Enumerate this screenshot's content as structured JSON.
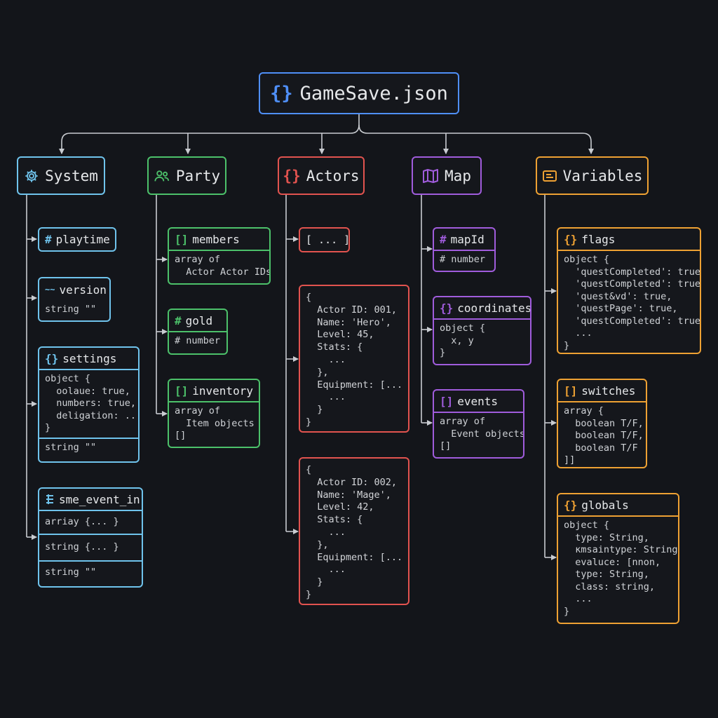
{
  "root": {
    "title": "GameSave.json",
    "icon": "braces-icon",
    "color": "#4f8ff7"
  },
  "colors": {
    "system": "#6fc3ec",
    "party": "#4cc16a",
    "actors": "#e2534f",
    "map": "#a05cdc",
    "variables": "#eea133",
    "connector": "#c9ccd1"
  },
  "categories": {
    "system": {
      "label": "System",
      "icon": "gear-icon"
    },
    "party": {
      "label": "Party",
      "icon": "users-icon"
    },
    "actors": {
      "label": "Actors",
      "icon": "braces-icon"
    },
    "map": {
      "label": "Map",
      "icon": "map-icon"
    },
    "variables": {
      "label": "Variables",
      "icon": "code-window-icon"
    }
  },
  "system": {
    "playtime": {
      "name": "playtime",
      "icon": "hash-icon"
    },
    "version": {
      "name": "version",
      "icon": "tilde-icon",
      "type": "string \"\""
    },
    "settings": {
      "name": "settings",
      "icon": "braces-icon",
      "body": "object {\n  oolaue: true,\n  numbers: true,\n  deligation: ...\n}",
      "type": "string \"\""
    },
    "event": {
      "name": "sme_event_in",
      "icon": "list-icon",
      "rows": [
        "arriay {... }",
        "string {... }",
        "string \"\""
      ]
    }
  },
  "party": {
    "members": {
      "name": "members",
      "icon": "brackets-icon",
      "body": "array of\n  Actor Actor IDs"
    },
    "gold": {
      "name": "gold",
      "icon": "hash-icon",
      "body": "# number"
    },
    "inventory": {
      "name": "inventory",
      "icon": "brackets-icon",
      "body": "array of\n  Item objects\n[]"
    }
  },
  "actors": {
    "collapsed": "[ ... ]",
    "actor1": "{\n  Actor ID: 001,\n  Name: 'Hero',\n  Level: 45,\n  Stats: {\n    ...\n  },\n  Equipment: [... ]\n    ...\n  }\n}",
    "actor2": "{\n  Actor ID: 002,\n  Name: 'Mage',\n  Level: 42,\n  Stats: {\n    ...\n  },\n  Equipment: [... ]\n    ...\n  }\n}"
  },
  "map": {
    "mapId": {
      "name": "mapId",
      "icon": "hash-icon",
      "body": "# number"
    },
    "coordinates": {
      "name": "coordinates",
      "icon": "braces-icon",
      "body": "object {\n  x, y\n}"
    },
    "events": {
      "name": "events",
      "icon": "brackets-icon",
      "body": "array of\n  Event objects\n[]"
    }
  },
  "variables": {
    "flags": {
      "name": "flags",
      "icon": "braces-icon",
      "body": "object {\n  'questCompleted': true,\n  'questCompleted': true,\n  'quest&vd': true,\n  'questPage': true,\n  'questCompleted': true,\n  ...\n}"
    },
    "switches": {
      "name": "switches",
      "icon": "brackets-icon",
      "body": "array {\n  boolean T/F,\n  boolean T/F,\n  boolean T/F\n]]"
    },
    "globals": {
      "name": "globals",
      "icon": "braces-icon",
      "body": "object {\n  type: String,\n  κmsaintype: String,\n  evaluce: [nnon,\n  type: String,\n  class: string,\n  ...\n}"
    }
  }
}
